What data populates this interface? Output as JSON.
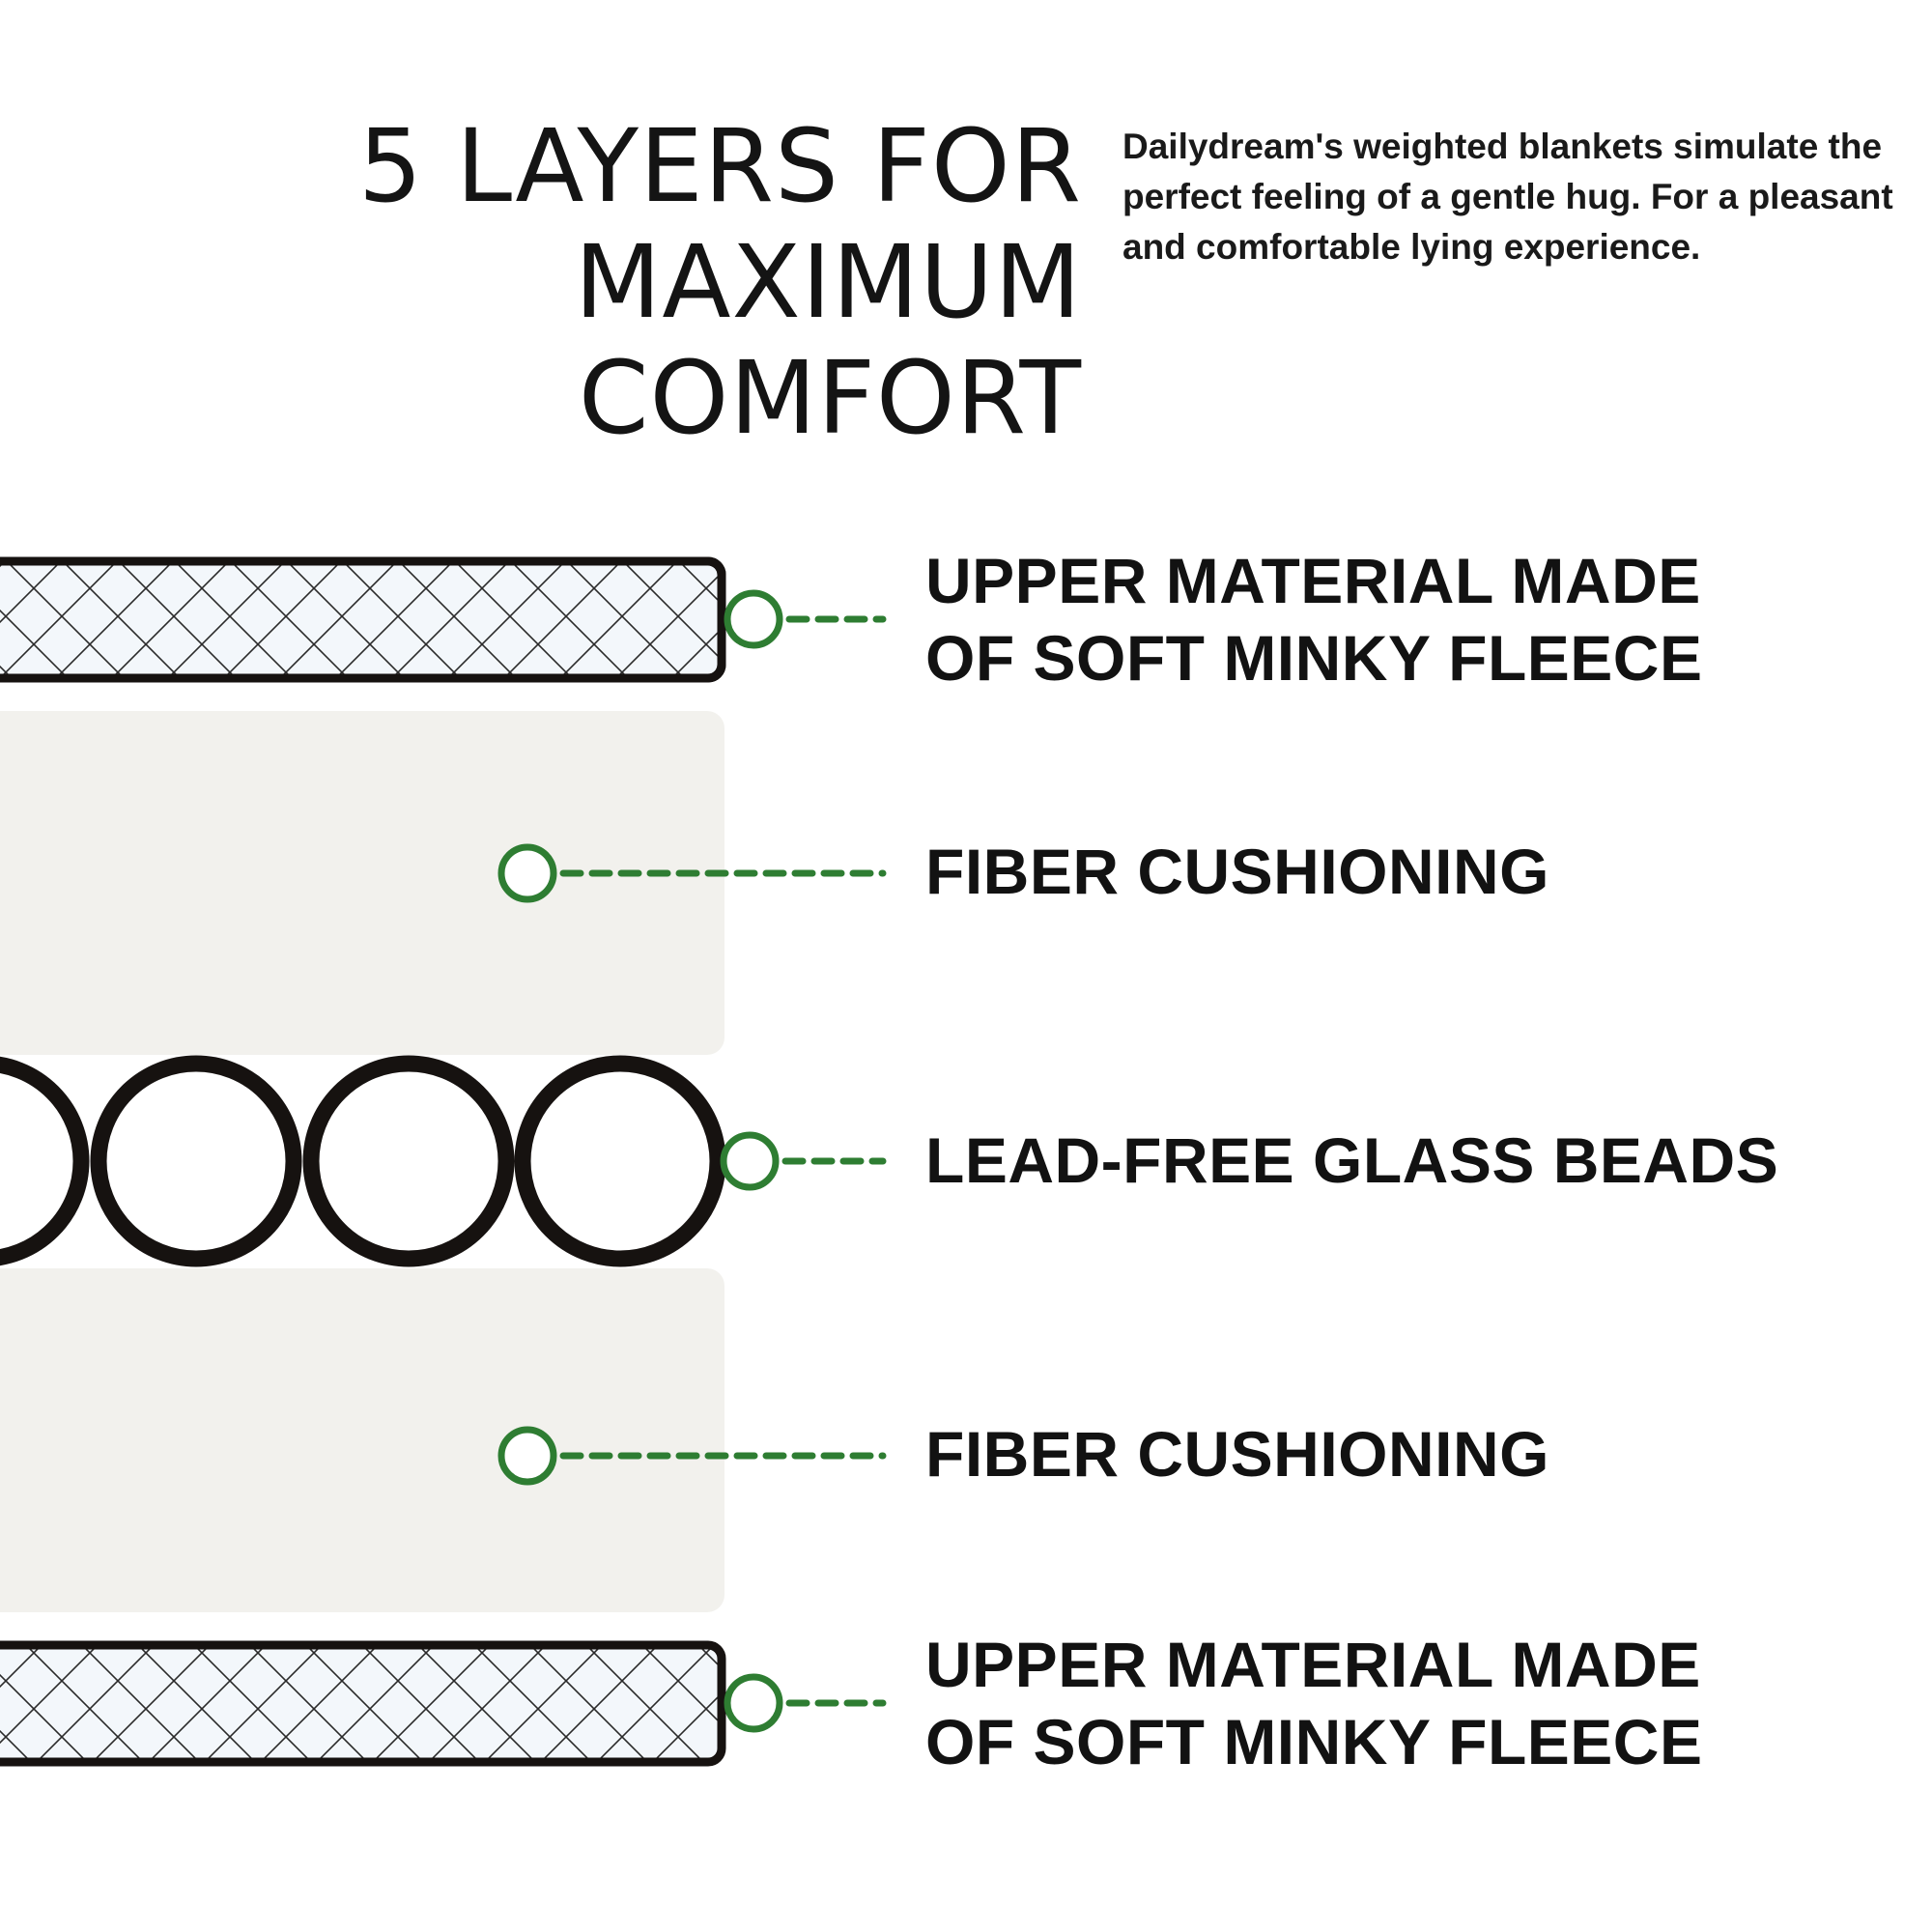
{
  "header": {
    "title_line1": "5 LAYERS FOR",
    "title_line2": "MAXIMUM COMFORT",
    "description": "Dailydream's weighted blankets simulate the perfect feeling of a gentle hug. For a pleasant and comfortable lying experience."
  },
  "layers": [
    {
      "label_line1": "UPPER MATERIAL MADE",
      "label_line2": "OF SOFT MINKY FLEECE"
    },
    {
      "label_line1": "FIBER CUSHIONING"
    },
    {
      "label_line1": "LEAD-FREE GLASS BEADS"
    },
    {
      "label_line1": "FIBER CUSHIONING"
    },
    {
      "label_line1": "UPPER MATERIAL MADE",
      "label_line2": "OF SOFT MINKY FLEECE"
    }
  ],
  "colors": {
    "accent": "#2e7d32",
    "outline": "#161210",
    "cushion_fill": "#f2f1ed",
    "fleece_fill": "#f3f7fb"
  }
}
